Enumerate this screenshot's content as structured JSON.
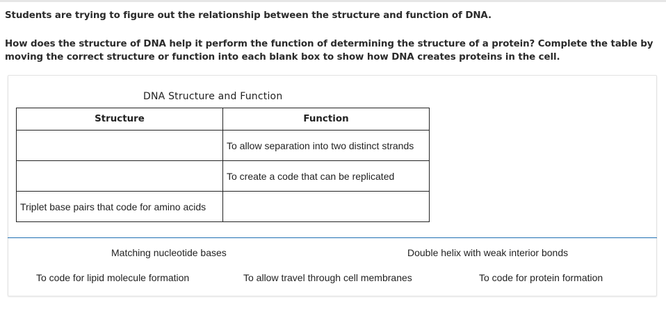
{
  "intro": "Students are trying to figure out the relationship between the structure and function of DNA.",
  "question": "How does the structure of DNA help it perform the function of determining the structure of a protein? Complete the table by moving the correct structure or function into each blank box to show how DNA creates proteins in the cell.",
  "table": {
    "title": "DNA Structure and Function",
    "headers": [
      "Structure",
      "Function"
    ],
    "rows": [
      {
        "structure": "",
        "function": "To allow separation into two distinct strands"
      },
      {
        "structure": "",
        "function": "To create a code that can be replicated"
      },
      {
        "structure": "Triplet base pairs that code for amino acids",
        "function": ""
      }
    ]
  },
  "options": [
    "Matching nucleotide bases",
    "Double helix with weak interior bonds",
    "To code for lipid molecule formation",
    "To allow travel through cell membranes",
    "To code for protein formation"
  ],
  "colors": {
    "divider": "#1f6fb2",
    "border": "#222222"
  }
}
